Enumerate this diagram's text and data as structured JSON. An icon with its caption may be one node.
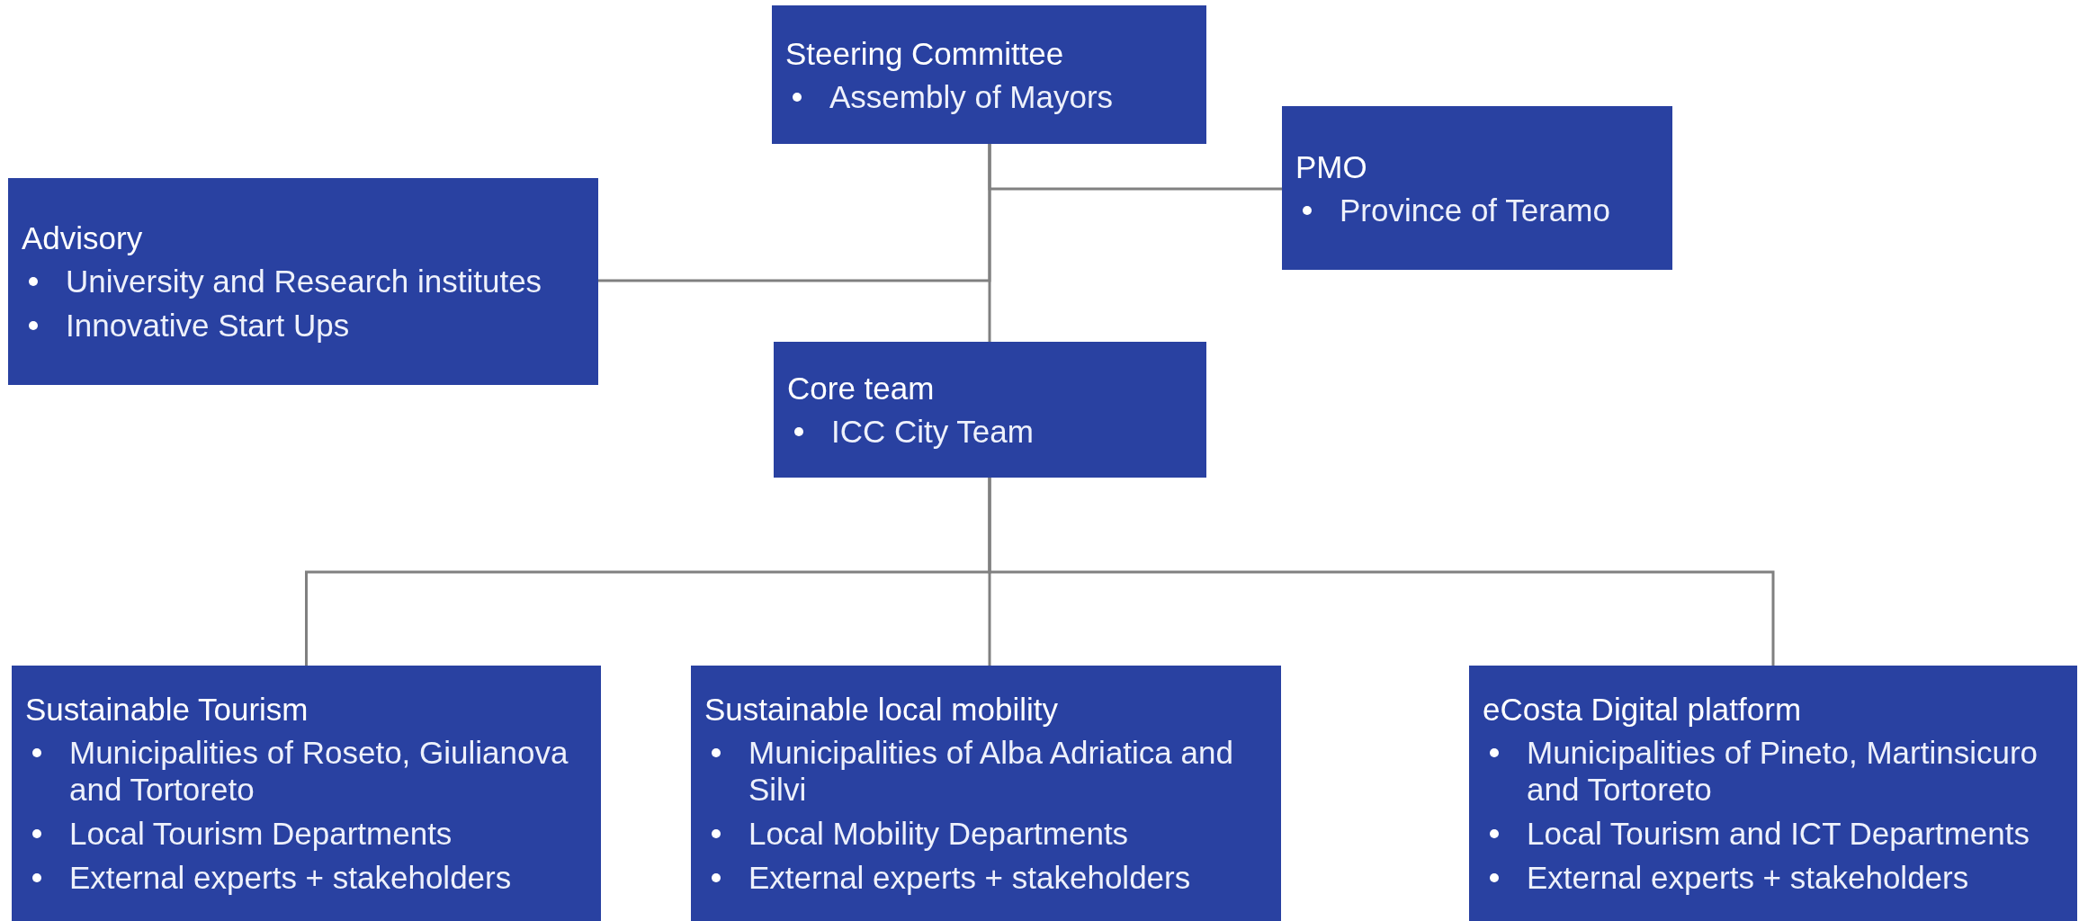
{
  "diagram": {
    "nodes": [
      {
        "text": [
          "Steering Committee",
          "Assembly of Mayors"
        ]
      },
      {
        "text": [
          "PMO",
          "Province of  Teramo"
        ]
      },
      {
        "text": [
          "Advisory",
          "University and Research institutes",
          "Innovative Start Ups"
        ]
      },
      {
        "text": [
          "Core team",
          "ICC City Team"
        ]
      },
      {
        "text": [
          "Sustainable Tourism",
          "Municipalities of Roseto, Giulianova and Tortoreto",
          "Local Tourism Departments",
          "External experts + stakeholders"
        ]
      },
      {
        "text": [
          "Sustainable local mobility",
          "Municipalities of Alba Adriatica and Silvi",
          "Local Mobility Departments",
          "External experts + stakeholders"
        ]
      },
      {
        "text": [
          "eCosta Digital platform",
          "Municipalities of Pineto, Martinsicuro and Tortoreto",
          "Local Tourism and ICT Departments",
          "External experts + stakeholders"
        ]
      }
    ],
    "edges": [
      {
        "from": 0,
        "to": 1,
        "arrow": "none"
      },
      {
        "from": 0,
        "to": 2,
        "arrow": "none"
      },
      {
        "from": 0,
        "to": 3,
        "arrow": "none"
      },
      {
        "from": 3,
        "to": 4,
        "arrow": "none"
      },
      {
        "from": 3,
        "to": 5,
        "arrow": "none"
      },
      {
        "from": 3,
        "to": 6,
        "arrow": "none"
      }
    ]
  }
}
